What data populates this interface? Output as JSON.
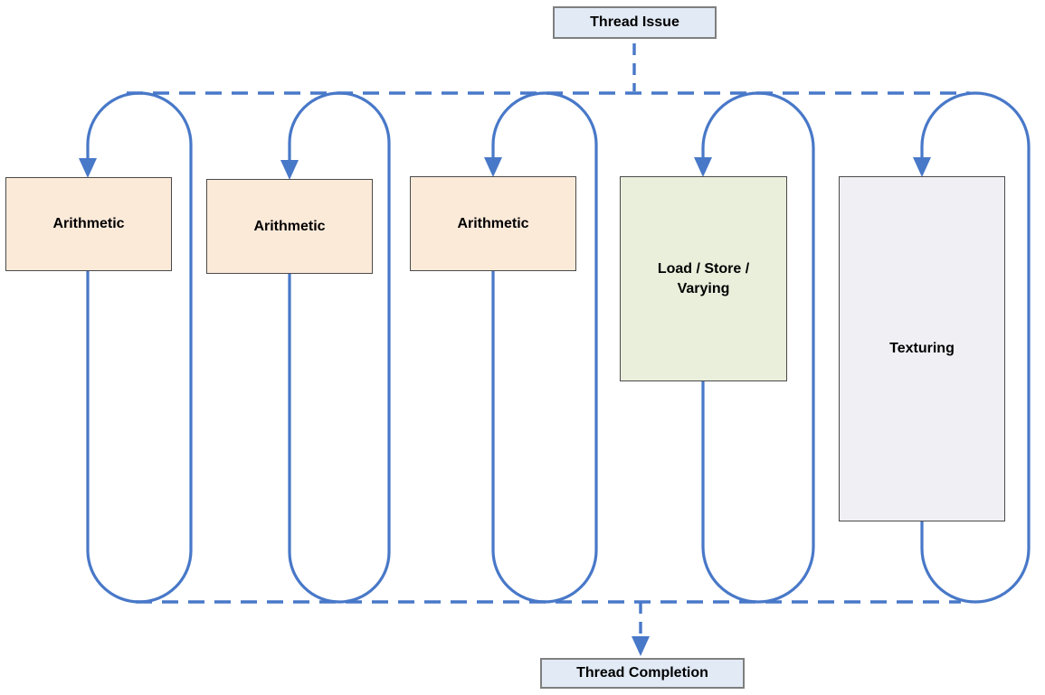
{
  "diagram": {
    "description": "Shader thread execution flow: a thread is issued, loops through functional units, then completes",
    "issue_box": {
      "label": "Thread Issue"
    },
    "completion_box": {
      "label": "Thread Completion"
    },
    "units": [
      {
        "id": "arithmetic-1",
        "label": "Arithmetic",
        "fill": "#fcead9"
      },
      {
        "id": "arithmetic-2",
        "label": "Arithmetic",
        "fill": "#fcead9"
      },
      {
        "id": "arithmetic-3",
        "label": "Arithmetic",
        "fill": "#fcead9"
      },
      {
        "id": "load-store-varying",
        "label": "Load / Store / Varying",
        "fill": "#eaefdc"
      },
      {
        "id": "texturing",
        "label": "Texturing",
        "fill": "#efeff4"
      }
    ],
    "colors": {
      "connector_blue": "#4878c8",
      "terminal_fill": "#e1eaf5",
      "terminal_border": "#7f7f7f",
      "unit_border": "#4a4a4a",
      "text": "#000000",
      "background": "#ffffff"
    }
  }
}
